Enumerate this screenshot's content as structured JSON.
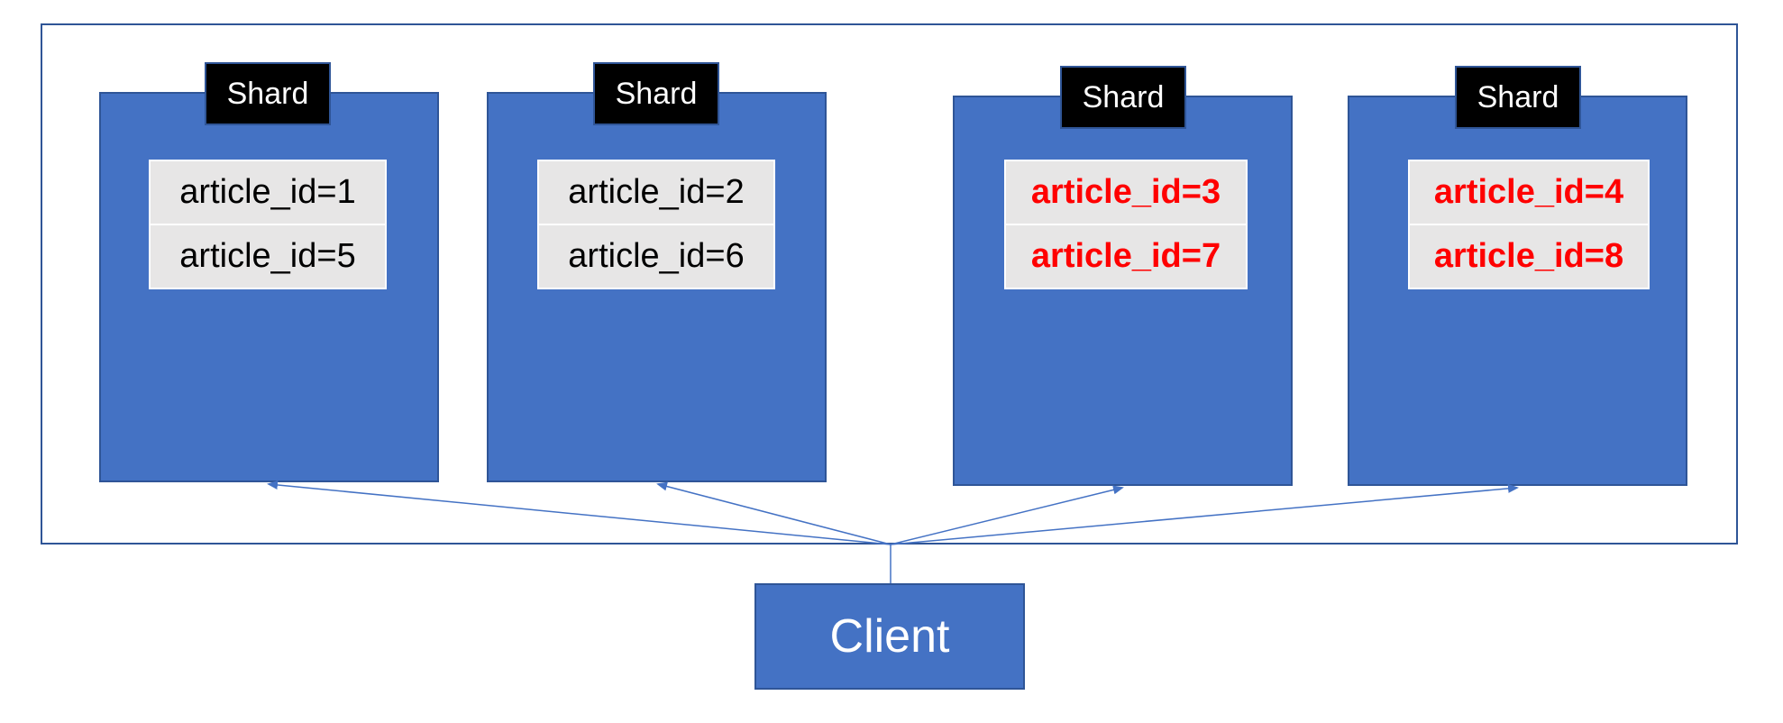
{
  "shards": [
    {
      "label": "Shard",
      "rows": [
        "article_id=1",
        "article_id=5"
      ],
      "highlight": false
    },
    {
      "label": "Shard",
      "rows": [
        "article_id=2",
        "article_id=6"
      ],
      "highlight": false
    },
    {
      "label": "Shard",
      "rows": [
        "article_id=3",
        "article_id=7"
      ],
      "highlight": true
    },
    {
      "label": "Shard",
      "rows": [
        "article_id=4",
        "article_id=8"
      ],
      "highlight": true
    }
  ],
  "client": {
    "label": "Client"
  },
  "colors": {
    "shard_fill": "#4472C4",
    "border": "#2F5597",
    "row_fill": "#E7E6E6",
    "highlight_text": "#FF0000",
    "tag_fill": "#000000"
  }
}
